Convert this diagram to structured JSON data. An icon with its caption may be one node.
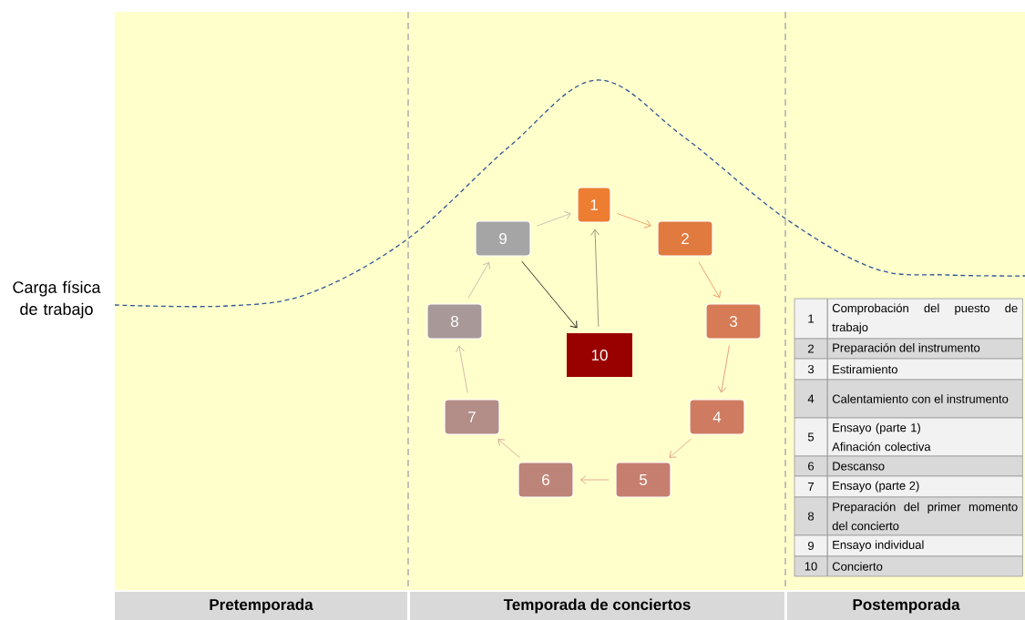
{
  "diagram": {
    "nodes": [
      {
        "text": [
          "1"
        ]
      },
      {
        "text": [
          "2"
        ]
      },
      {
        "text": [
          "3"
        ]
      },
      {
        "text": [
          "4"
        ]
      },
      {
        "text": [
          "5"
        ]
      },
      {
        "text": [
          "6"
        ]
      },
      {
        "text": [
          "7"
        ]
      },
      {
        "text": [
          "8"
        ]
      },
      {
        "text": [
          "9"
        ]
      },
      {
        "text": [
          "10"
        ]
      },
      {
        "text": [
          "Pretemporada"
        ]
      },
      {
        "text": [
          "Temporada de conciertos"
        ]
      },
      {
        "text": [
          "Postemporada"
        ]
      }
    ],
    "edges": [
      {
        "from": 0,
        "to": 1,
        "arrow": "to",
        "color": "#f0905a"
      },
      {
        "from": 1,
        "to": 2,
        "arrow": "to",
        "color": "#eb8a5e"
      },
      {
        "from": 2,
        "to": 3,
        "arrow": "to",
        "color": "#e08a6a"
      },
      {
        "from": 3,
        "to": 4,
        "arrow": "to",
        "color": "#e09a80"
      },
      {
        "from": 4,
        "to": 5,
        "arrow": "to",
        "color": "#dc9a88"
      },
      {
        "from": 5,
        "to": 6,
        "arrow": "to",
        "color": "#d0a090"
      },
      {
        "from": 6,
        "to": 7,
        "arrow": "to",
        "color": "#c8aaa2"
      },
      {
        "from": 7,
        "to": 8,
        "arrow": "to",
        "color": "#bcb0ac"
      },
      {
        "from": 8,
        "to": 0,
        "arrow": "to",
        "color": "#b8b8b0"
      },
      {
        "from": 8,
        "to": 9,
        "arrow": "to",
        "color": "#000000"
      },
      {
        "from": 9,
        "to": 0,
        "arrow": "to",
        "color": "#7f7f6f"
      }
    ],
    "labels": [
      "Carga física de trabajo",
      "1",
      "Comprobación del puesto de trabajo",
      "2",
      "Preparación del instrumento",
      "3",
      "Estiramiento",
      "4",
      "Calentamiento con el instrumento",
      "5",
      "Ensayo (parte 1) Afinación colectiva",
      "6",
      "Descanso",
      "7",
      "Ensayo (parte 2)",
      "8",
      "Preparación del primer momento del concierto",
      "9",
      "Ensayo individual",
      "10",
      "Concierto"
    ]
  }
}
